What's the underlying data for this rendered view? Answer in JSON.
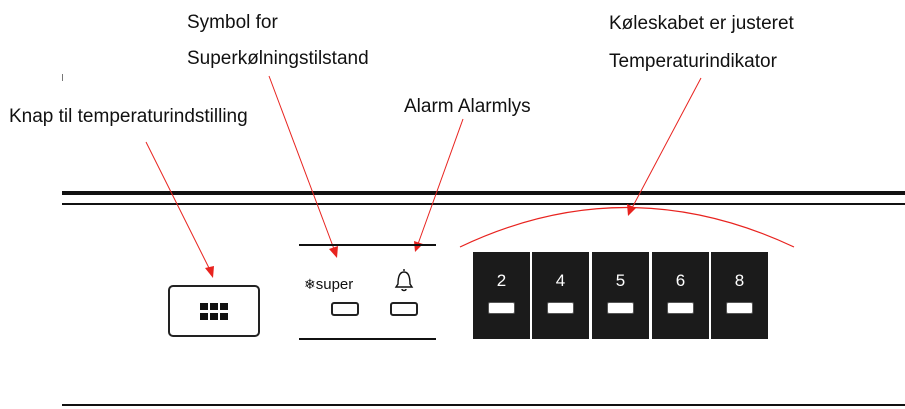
{
  "labels": {
    "superkoeling_line1": "Symbol for",
    "superkoeling_line2": "Superkølningstilstand",
    "alarm": "Alarm Alarmlys",
    "knap": "Knap til temperaturindstilling",
    "temp_line1": "Køleskabet er justeret",
    "temp_line2": "Temperaturindikator"
  },
  "panel": {
    "super_flake": "❄",
    "super_text": "super",
    "temperatures": [
      "2",
      "4",
      "5",
      "6",
      "8"
    ]
  },
  "colors": {
    "pointer": "#e8231f",
    "indicator_bg": "#1b1b1b",
    "arc": "#e8231f"
  },
  "icons": {
    "temp_button": "grid-icon",
    "alarm": "bell-icon",
    "super": "snowflake-icon"
  }
}
